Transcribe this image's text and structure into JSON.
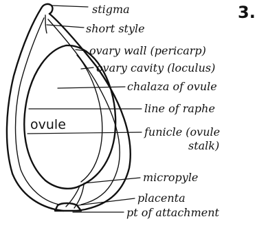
{
  "figure": {
    "corner_mark": "3.",
    "inner_label": "ovule",
    "labels": {
      "stigma": "stigma",
      "short_style": "short style",
      "ovary_wall": "ovary wall (pericarp)",
      "ovary_cavity": "ovary cavity (loculus)",
      "chalaza": "chalaza of ovule",
      "raphe": "line of raphe",
      "funicle_line1": "funicle (ovule",
      "funicle_line2": "stalk)",
      "micropyle": "micropyle",
      "placenta": "placenta",
      "attachment": "pt of attachment"
    }
  }
}
